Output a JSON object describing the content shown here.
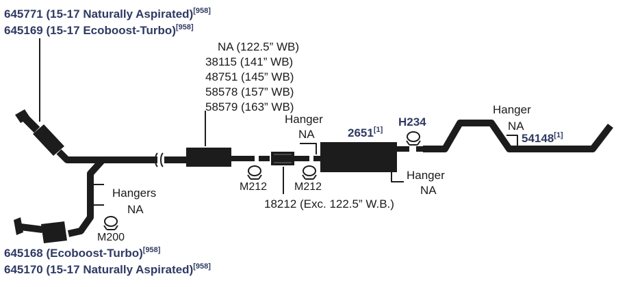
{
  "colors": {
    "pipe": "#1c1c1c",
    "part_number": "#2f3a63",
    "text": "#1a1a1a",
    "background": "#ffffff"
  },
  "labels": {
    "top_left_1": "645771 (15-17 Naturally Aspirated)",
    "top_left_1_ref": "[958]",
    "top_left_2": "645169 (15-17 Ecoboost-Turbo)",
    "top_left_2_ref": "[958]",
    "wb_1": "NA (122.5” WB)",
    "wb_2": "38115 (141” WB)",
    "wb_3": "48751 (145” WB)",
    "wb_4": "58578 (157” WB)",
    "wb_5": "58579 (163” WB)",
    "hanger_mid": "Hanger",
    "hanger_mid_na": "NA",
    "muffler": "2651",
    "muffler_ref": "[1]",
    "h234": "H234",
    "hanger_right": "Hanger",
    "hanger_right_na": "NA",
    "tailpipe": "54148",
    "tailpipe_ref": "[1]",
    "hanger_lower": "Hanger",
    "hanger_lower_na": "NA",
    "hangers_left": "Hangers",
    "hangers_left_na": "NA",
    "m212_left": "M212",
    "m212_right": "M212",
    "pipe_18212": "18212 (Exc. 122.5” W.B.)",
    "m200": "M200",
    "bottom_left_1": "645168 (Ecoboost-Turbo)",
    "bottom_left_1_ref": "[958]",
    "bottom_left_2": "645170 (15-17 Naturally Aspirated)",
    "bottom_left_2_ref": "[958]"
  }
}
